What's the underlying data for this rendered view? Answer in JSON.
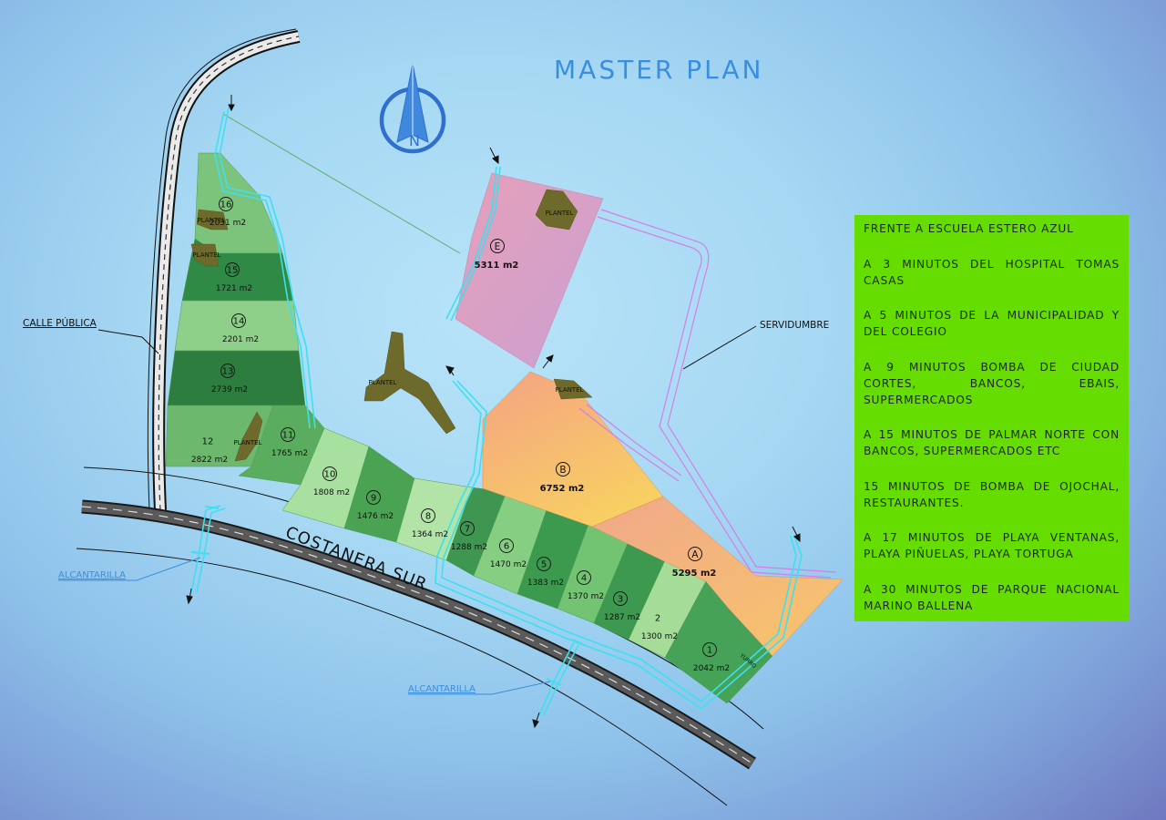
{
  "title": "MASTER PLAN",
  "labels": {
    "calle_publica": "CALLE PÚBLICA",
    "servidumbre": "SERVIDUMBRE",
    "costanera": "COSTANERA SUR",
    "alcantarilla_1": "ALCANTARILLA",
    "alcantarilla_2": "ALCANTARILLA",
    "plantel": "PLANTEL",
    "north": "N",
    "yurro": "YURRO"
  },
  "lots": [
    {
      "num": "16",
      "area": "2031 m2"
    },
    {
      "num": "15",
      "area": "1721 m2"
    },
    {
      "num": "14",
      "area": "2201 m2"
    },
    {
      "num": "13",
      "area": "2739 m2"
    },
    {
      "num": "12",
      "area": "2822 m2"
    },
    {
      "num": "11",
      "area": "1765 m2"
    },
    {
      "num": "10",
      "area": "1808 m2"
    },
    {
      "num": "9",
      "area": "1476 m2"
    },
    {
      "num": "8",
      "area": "1364 m2"
    },
    {
      "num": "7",
      "area": "1288 m2"
    },
    {
      "num": "6",
      "area": "1470 m2"
    },
    {
      "num": "5",
      "area": "1383 m2"
    },
    {
      "num": "4",
      "area": "1370 m2"
    },
    {
      "num": "3",
      "area": "1287 m2"
    },
    {
      "num": "2",
      "area": "1300 m2"
    },
    {
      "num": "1",
      "area": "2042 m2"
    }
  ],
  "parcels": [
    {
      "letter": "E",
      "area": "5311 m2"
    },
    {
      "letter": "B",
      "area": "6752 m2"
    },
    {
      "letter": "A",
      "area": "5295 m2"
    }
  ],
  "info": [
    "FRENTE A ESCUELA ESTERO AZUL",
    "A 3 MINUTOS DEL HOSPITAL TOMAS CASAS",
    "A 5 MINUTOS DE LA MUNICIPALIDAD Y DEL COLEGIO",
    "A 9 MINUTOS BOMBA DE CIUDAD CORTES, BANCOS, EBAIS, SUPERMERCADOS",
    "A 15 MINUTOS DE PALMAR NORTE CON BANCOS, SUPERMERCADOS ETC",
    "15 MINUTOS DE BOMBA DE OJOCHAL, RESTAURANTES.",
    "A 17 MINUTOS DE PLAYA VENTANAS, PLAYA PIÑUELAS, PLAYA TORTUGA",
    "A 30 MINUTOS DE PARQUE NACIONAL MARINO BALLENA"
  ],
  "colors": {
    "info_bg": "#66dd00",
    "title": "#3a8ee0",
    "parcel_e": "#d99bbb",
    "parcel_b": "#f4b878",
    "plantel": "#6d6a2c"
  }
}
